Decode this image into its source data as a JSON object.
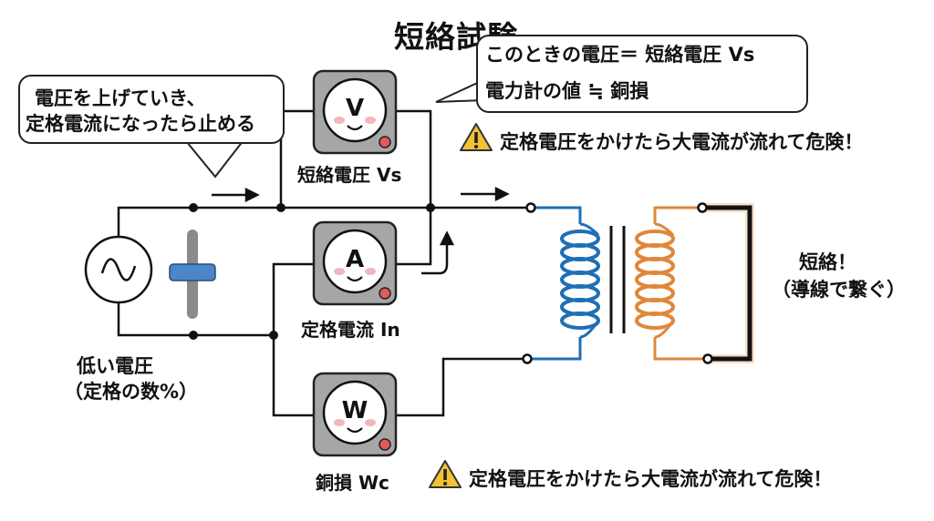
{
  "title": "短絡試験",
  "callout_left": {
    "line1": "電圧を上げていき、",
    "line2": "定格電流になったら止める"
  },
  "callout_right": {
    "line1": "このときの電圧＝ 短絡電圧 Vs",
    "line2": "電力計の値 ≒ 銅損"
  },
  "warnings": [
    {
      "icon": "warning-triangle-icon",
      "text": "定格電圧をかけたら大電流が流れて危険！"
    },
    {
      "icon": "warning-triangle-icon",
      "text": "定格電圧をかけたら大電流が流れて危険！"
    }
  ],
  "meters": {
    "voltmeter": {
      "letter": "V",
      "label": "短絡電圧 Vs"
    },
    "ammeter": {
      "letter": "A",
      "label": "定格電流 In"
    },
    "wattmeter": {
      "letter": "W",
      "label": "銅損 Wc"
    }
  },
  "source": {
    "symbol": "ac-source-icon",
    "line1": "低い電圧",
    "line2": "（定格の数%）"
  },
  "short_circuit": {
    "line1": "短絡！",
    "line2": "（導線で繋ぐ）"
  },
  "colors": {
    "primary_coil": "#1f6fb5",
    "secondary_coil": "#e0873a",
    "meter_body": "#a6a6a6",
    "meter_dot": "#e05a5a",
    "cheek": "#f3b6bd",
    "slider_knob": "#4a86c8",
    "warning": "#f3c232"
  }
}
